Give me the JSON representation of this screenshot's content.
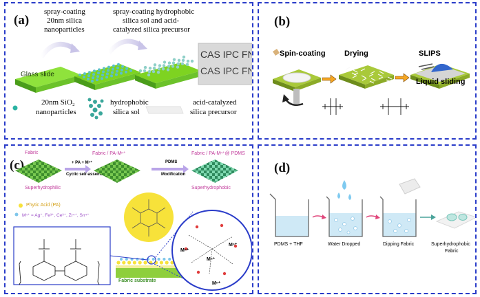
{
  "panel_a": {
    "label": "(a)",
    "step1": [
      "spray-coating",
      "20nm silica",
      "nanoparticles"
    ],
    "step2": [
      "spray-coating hydrophobic",
      "silica sol and acid-",
      "catalyzed silica precursor"
    ],
    "slide_label": "Glass slide",
    "photo_line1": "CAS IPC FN",
    "photo_line2": "CAS IPC FN",
    "legend_sio2": [
      "20nm SiO₂",
      "nanoparticles"
    ],
    "legend_sol": [
      "hydrophobic",
      "silica sol"
    ],
    "legend_precursor": [
      "acid-catalyzed",
      "silica precursor"
    ]
  },
  "panel_b": {
    "label": "(b)",
    "spin": "Spin-coating",
    "drying": "Drying",
    "slips": "SLIPS",
    "liquid": "Liquid sliding"
  },
  "panel_c": {
    "label": "(c)",
    "fabric": "Fabric",
    "fabric_pa": "Fabric / PA-Mⁿ⁺",
    "fabric_pa_pdms": "Fabric / PA-Mⁿ⁺@ PDMS",
    "superhydrophilic": "Superhydrophilic",
    "superhydrophobic": "Superhydrophobic",
    "arrow1_top": "+ PA + Mⁿ⁺",
    "arrow1_bottom": "Cyclic self-assembly",
    "arrow2_top": "PDMS",
    "arrow2_bottom": "Modification",
    "legend_pa": "Phytic Acid (PA)",
    "legend_m": "Mⁿ⁺ = Ag⁺, Fe³⁺, Ce³⁺, Zr⁴⁺, Sn⁴⁺",
    "substrate": "Fabric substrate",
    "metal": "Mⁿ⁺"
  },
  "panel_d": {
    "label": "(d)",
    "step1": "PDMS + THF",
    "step2": "Water Dropped",
    "step3": "Dipping Fabric",
    "step4": [
      "Superhydrophobic",
      "Fabric"
    ]
  },
  "colors": {
    "border": "#2a3cc9",
    "slide_green": "#7ed321",
    "fabric_green": "#3e8e2e",
    "pa_yellow": "#f7e23a",
    "metal_blue": "#7fc6ea",
    "arrow_purple": "#b9a4e8"
  }
}
